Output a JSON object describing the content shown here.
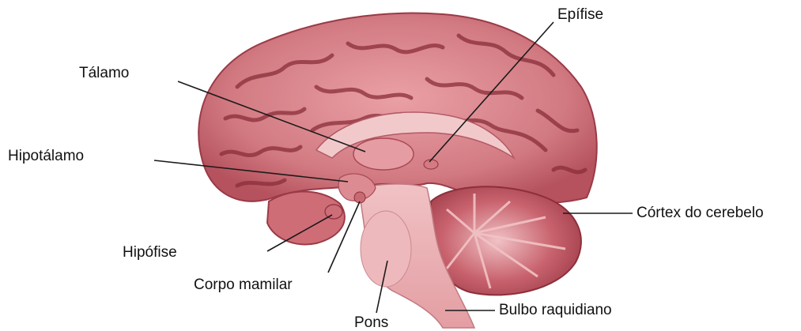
{
  "labels": {
    "epifise": "Epífise",
    "talamo": "Tálamo",
    "hipotalamo": "Hipotálamo",
    "cortex_cerebelo": "Córtex do cerebelo",
    "hipofise": "Hipófise",
    "corpo_mamilar": "Corpo mamilar",
    "bulbo_raquidiano": "Bulbo raquidiano",
    "pons": "Pons"
  },
  "colors": {
    "cortex": "#c8646e",
    "sulci": "#8a2e3a",
    "brainstem": "#eab0b3",
    "cerebellum": "#b8505c",
    "leader_line": "#1a1a1a"
  }
}
